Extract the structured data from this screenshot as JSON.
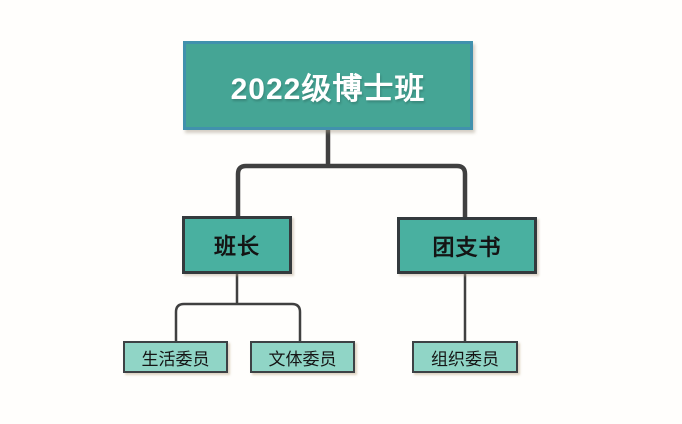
{
  "org_chart": {
    "root": {
      "label": "2022级博士班"
    },
    "level2": [
      {
        "id": "banzhang",
        "label": "班长"
      },
      {
        "id": "tuanzhishu",
        "label": "团支书"
      }
    ],
    "level3": [
      {
        "id": "shenghuo",
        "label": "生活委员",
        "parent": "班长"
      },
      {
        "id": "wenti",
        "label": "文体委员",
        "parent": "班长"
      },
      {
        "id": "zuzhi",
        "label": "组织委员",
        "parent": "团支书"
      }
    ],
    "colors": {
      "root_fill": "#45a595",
      "root_border": "#4191ad",
      "root_text": "#ffffff",
      "branch_fill": "#49b0a0",
      "branch_border": "#343a3d",
      "leaf_fill": "#90d5c6",
      "leaf_border": "#3d4245",
      "connector": "#404040",
      "node_text": "#141414",
      "background": "#fffefc"
    }
  }
}
